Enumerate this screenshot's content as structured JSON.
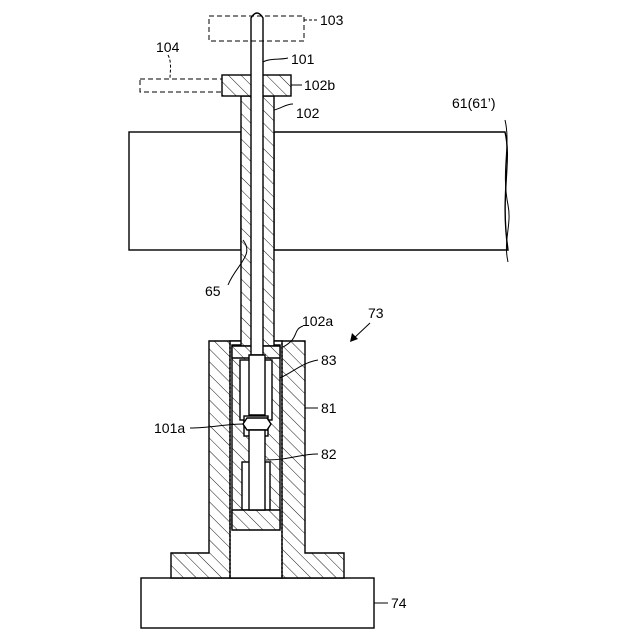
{
  "labels": {
    "l103": "103",
    "l104": "104",
    "l101": "101",
    "l102b": "102b",
    "l102": "102",
    "l61": "61(61’)",
    "l65": "65",
    "l73": "73",
    "l102a": "102a",
    "l83": "83",
    "l81": "81",
    "l101a": "101a",
    "l82": "82",
    "l74": "74"
  }
}
